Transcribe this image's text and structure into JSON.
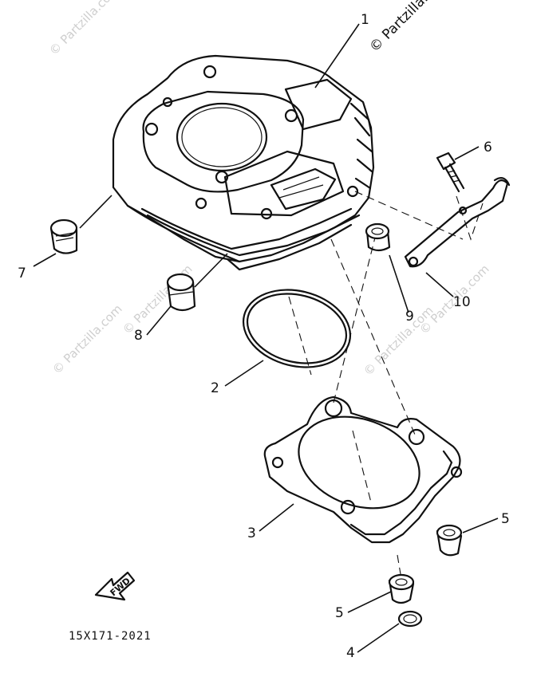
{
  "watermark": {
    "top_right": "© Partzilla.com",
    "faint": "© Partzilla.com"
  },
  "callouts": {
    "p1": "1",
    "p2": "2",
    "p3": "3",
    "p4": "4",
    "p5a": "5",
    "p5b": "5",
    "p6": "6",
    "p7": "7",
    "p8": "8",
    "p9": "9",
    "p10": "10"
  },
  "fwd_label": "FWD",
  "diagram_code": "15X171-2021"
}
